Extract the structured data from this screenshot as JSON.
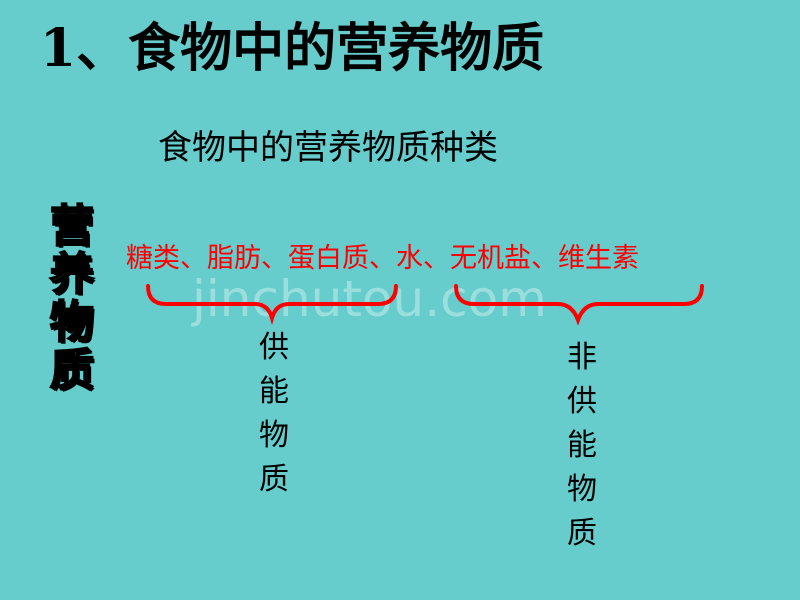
{
  "slide": {
    "title": "1、食物中的营养物质",
    "subtitle": "食物中的营养物质种类",
    "side_label": [
      "营",
      "养",
      "物",
      "质"
    ],
    "nutrients_line": "糖类、脂肪、蛋白质、水、无机盐、维生素",
    "watermark": "jinchutou.com",
    "groups": {
      "energy": [
        "供",
        "能",
        "物",
        "质"
      ],
      "non_energy": [
        "非",
        "供",
        "能",
        "物",
        "质"
      ]
    }
  },
  "colors": {
    "background": "#66cccc",
    "nutrients": "#ff0000",
    "brace": "#ff0000"
  }
}
